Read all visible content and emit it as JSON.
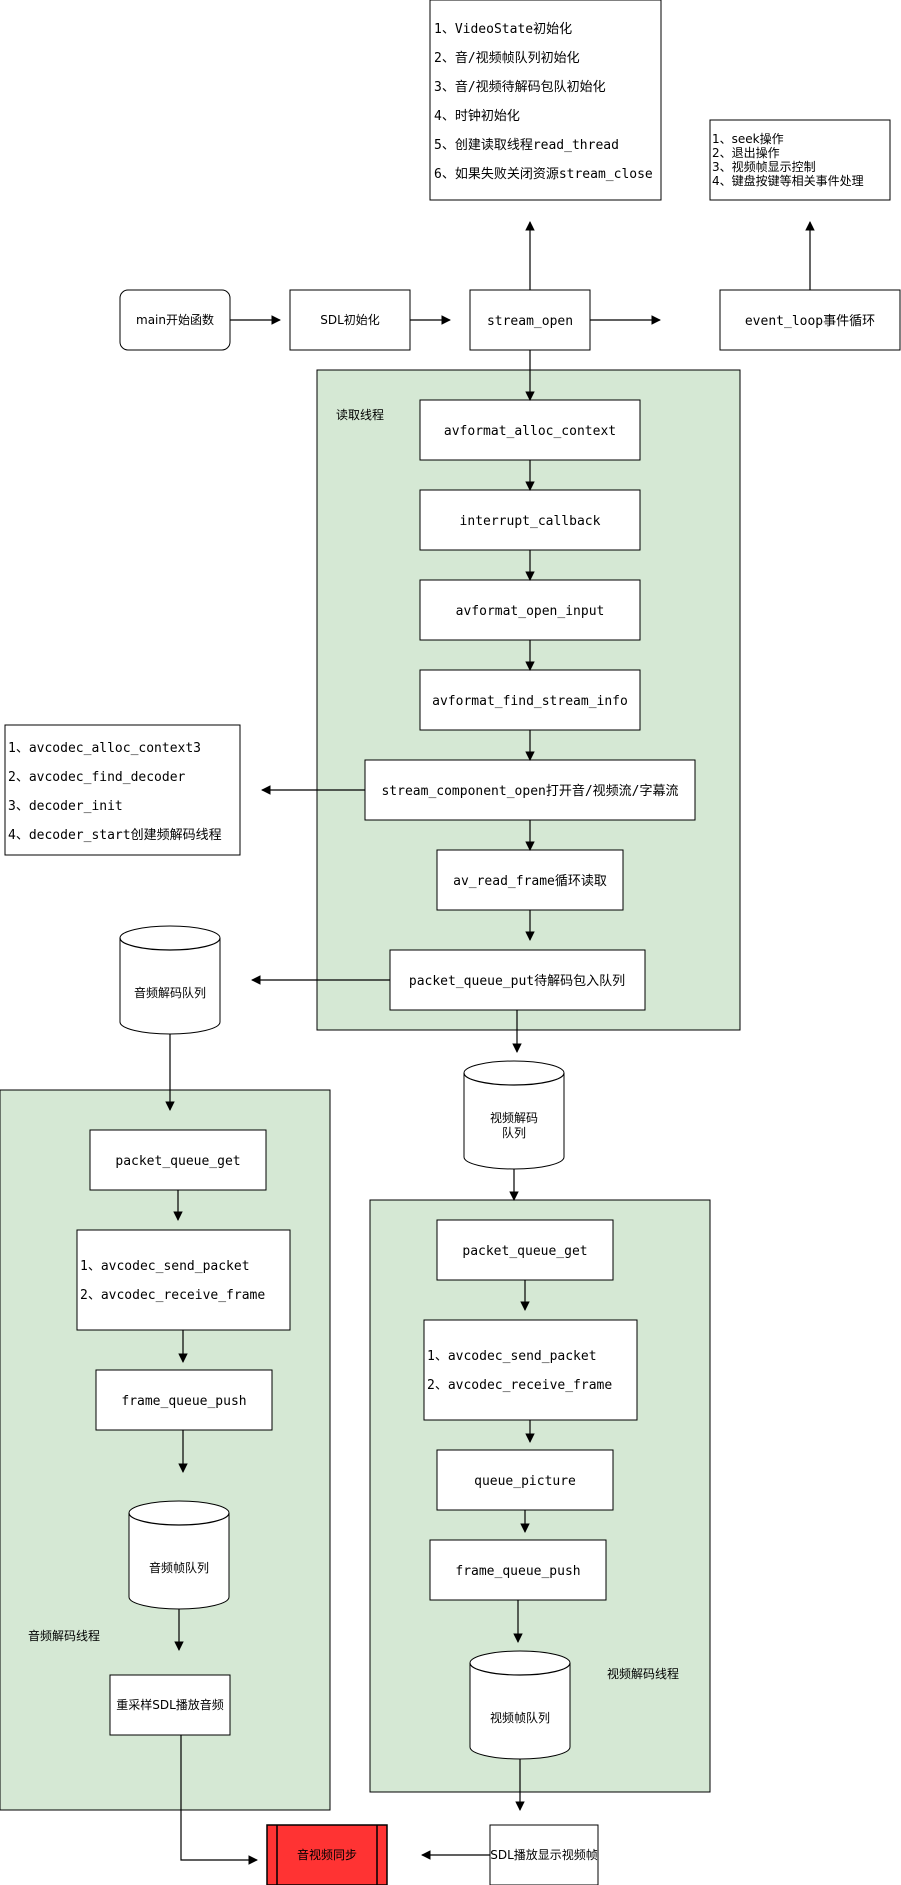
{
  "colors": {
    "group_fill": "#d5e8d4",
    "sync_fill": "#ff3333",
    "stroke": "#000000"
  },
  "stream_open_notes": [
    "1、VideoState初始化",
    "2、音/视频帧队列初始化",
    "3、音/视频待解码包队初始化",
    "4、时钟初始化",
    "5、创建读取线程read_thread",
    "6、如果失败关闭资源stream_close"
  ],
  "event_notes": [
    "1、seek操作",
    "2、退出操作",
    "3、视频帧显示控制",
    "4、键盘按键等相关事件处理"
  ],
  "main_flow": {
    "main": "main开始函数",
    "sdl_init": "SDL初始化",
    "stream_open": "stream_open",
    "event_loop": "event_loop事件循环"
  },
  "read_thread": {
    "label": "读取线程",
    "alloc_context": "avformat_alloc_context",
    "interrupt_callback": "interrupt_callback",
    "open_input": "avformat_open_input",
    "find_stream_info": "avformat_find_stream_info",
    "component_open": "stream_component_open打开音/视频流/字幕流",
    "read_frame": "av_read_frame循环读取",
    "packet_put": "packet_queue_put待解码包入队列"
  },
  "component_notes": [
    "1、avcodec_alloc_context3",
    "2、avcodec_find_decoder",
    "3、decoder_init",
    "4、decoder_start创建频解码线程"
  ],
  "audio_packet_queue": "音频解码队列",
  "video_packet_queue": [
    "视频解码",
    "队列"
  ],
  "audio_thread": {
    "label": "音频解码线程",
    "packet_get": "packet_queue_get",
    "decode_1": "1、avcodec_send_packet",
    "decode_2": "2、avcodec_receive_frame",
    "frame_push": "frame_queue_push",
    "frame_queue": "音频帧队列",
    "resample_play": "重采样SDL播放音频"
  },
  "video_thread": {
    "label": "视频解码线程",
    "packet_get": "packet_queue_get",
    "decode_1": "1、avcodec_send_packet",
    "decode_2": "2、avcodec_receive_frame",
    "queue_picture": "queue_picture",
    "frame_push": "frame_queue_push",
    "frame_queue": "视频帧队列"
  },
  "sdl_display": "SDL播放显示视频帧",
  "av_sync": "音视频同步"
}
